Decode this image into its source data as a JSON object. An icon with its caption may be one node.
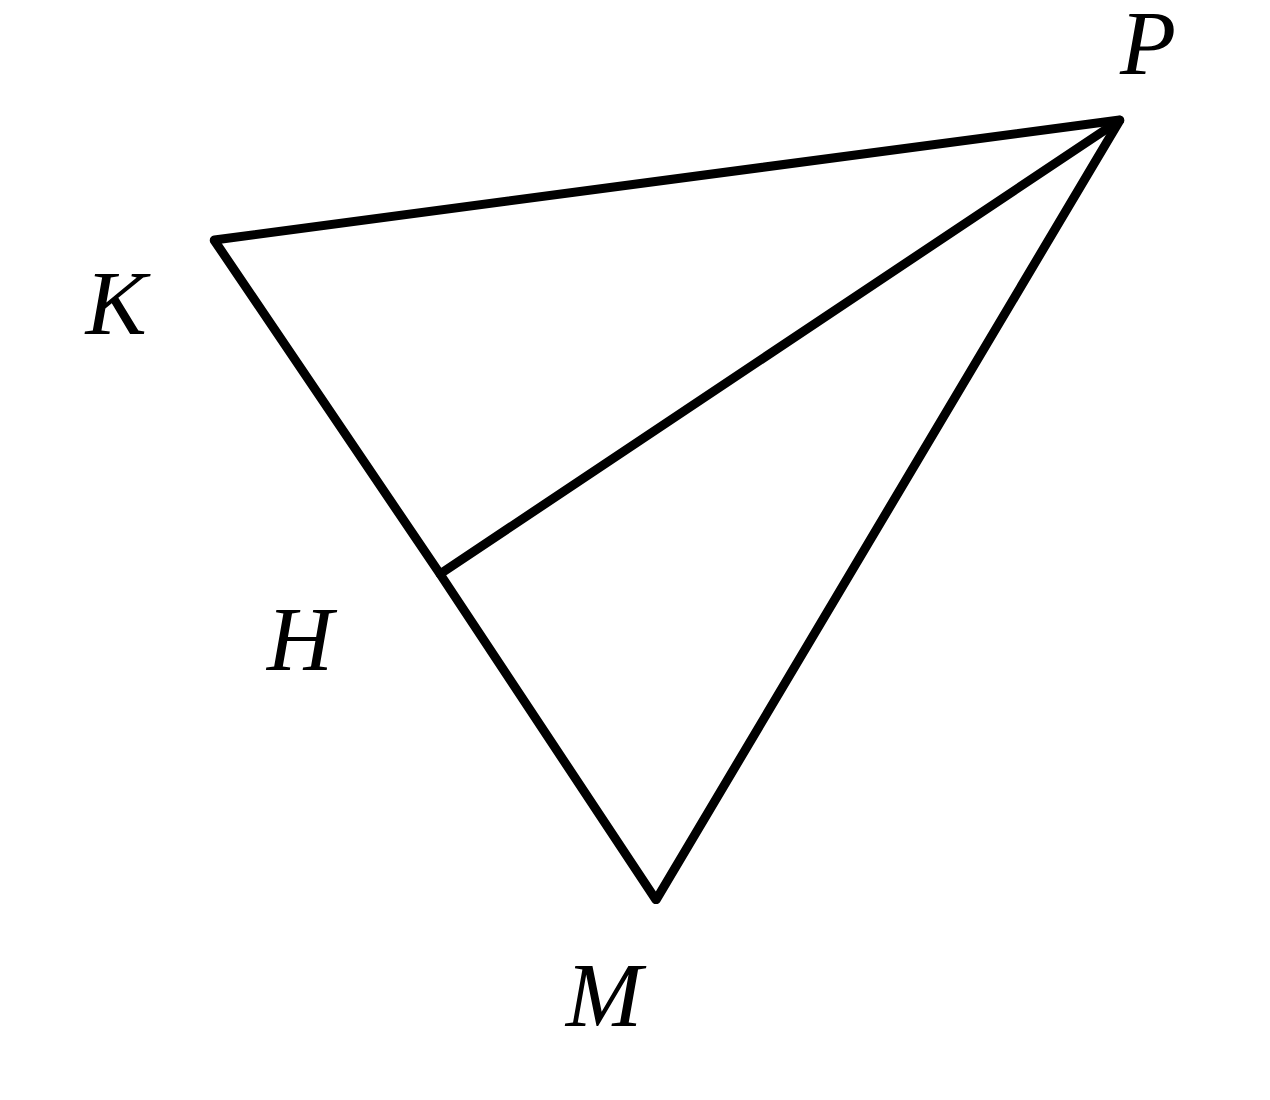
{
  "diagram": {
    "nodes": [
      {
        "text": [],
        "shape": "point",
        "beside": [
          "К"
        ]
      },
      {
        "text": [],
        "shape": "point",
        "beside": [
          "Р"
        ]
      },
      {
        "text": [],
        "shape": "point",
        "beside": [
          "Н"
        ]
      },
      {
        "text": [],
        "shape": "point",
        "beside": [
          "М"
        ]
      }
    ],
    "edges": [
      {
        "from": 0,
        "to": 1,
        "arrow": "none"
      },
      {
        "from": 1,
        "to": 3,
        "arrow": "none"
      },
      {
        "from": 0,
        "to": 2,
        "arrow": "none"
      },
      {
        "from": 2,
        "to": 3,
        "arrow": "none"
      },
      {
        "from": 2,
        "to": 1,
        "arrow": "none"
      }
    ]
  }
}
